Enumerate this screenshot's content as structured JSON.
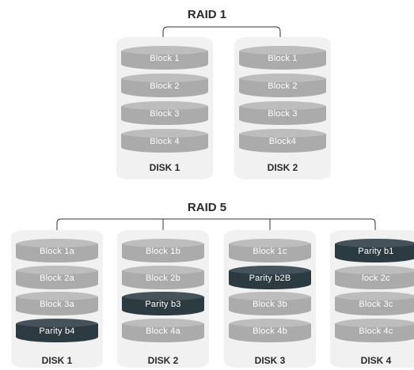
{
  "raid1": {
    "title": "RAID 1",
    "disks": [
      {
        "label": "DISK 1",
        "blocks": [
          {
            "text": "Block 1",
            "kind": "data"
          },
          {
            "text": "Block 2",
            "kind": "data"
          },
          {
            "text": "Block 3",
            "kind": "data"
          },
          {
            "text": "Block 4",
            "kind": "data"
          }
        ]
      },
      {
        "label": "DISK 2",
        "blocks": [
          {
            "text": "Block 1",
            "kind": "data"
          },
          {
            "text": "Block 2",
            "kind": "data"
          },
          {
            "text": "Block 3",
            "kind": "data"
          },
          {
            "text": "Block4",
            "kind": "data"
          }
        ]
      }
    ]
  },
  "raid5": {
    "title": "RAID 5",
    "disks": [
      {
        "label": "DISK 1",
        "blocks": [
          {
            "text": "Block 1a",
            "kind": "data"
          },
          {
            "text": "Block 2a",
            "kind": "data"
          },
          {
            "text": "Block 3a",
            "kind": "data"
          },
          {
            "text": "Parity b4",
            "kind": "parity"
          }
        ]
      },
      {
        "label": "DISK 2",
        "blocks": [
          {
            "text": "Block 1b",
            "kind": "data"
          },
          {
            "text": "Block 2b",
            "kind": "data"
          },
          {
            "text": "Parity b3",
            "kind": "parity"
          },
          {
            "text": "Block 4a",
            "kind": "data"
          }
        ]
      },
      {
        "label": "DISK 3",
        "blocks": [
          {
            "text": "Block 1c",
            "kind": "data"
          },
          {
            "text": "Parity b2B",
            "kind": "parity"
          },
          {
            "text": "Block 3b",
            "kind": "data"
          },
          {
            "text": "Block 4b",
            "kind": "data"
          }
        ]
      },
      {
        "label": "DISK 4",
        "blocks": [
          {
            "text": "Parity b1",
            "kind": "parity"
          },
          {
            "text": "lock 2c",
            "kind": "data"
          },
          {
            "text": "Block 3c",
            "kind": "data"
          },
          {
            "text": "Block 4c",
            "kind": "data"
          }
        ]
      }
    ]
  },
  "colors": {
    "data_block": "#ababab",
    "parity_block": "#2c3b42",
    "disk_background": "#f1f1f1",
    "connector": "#333333"
  }
}
